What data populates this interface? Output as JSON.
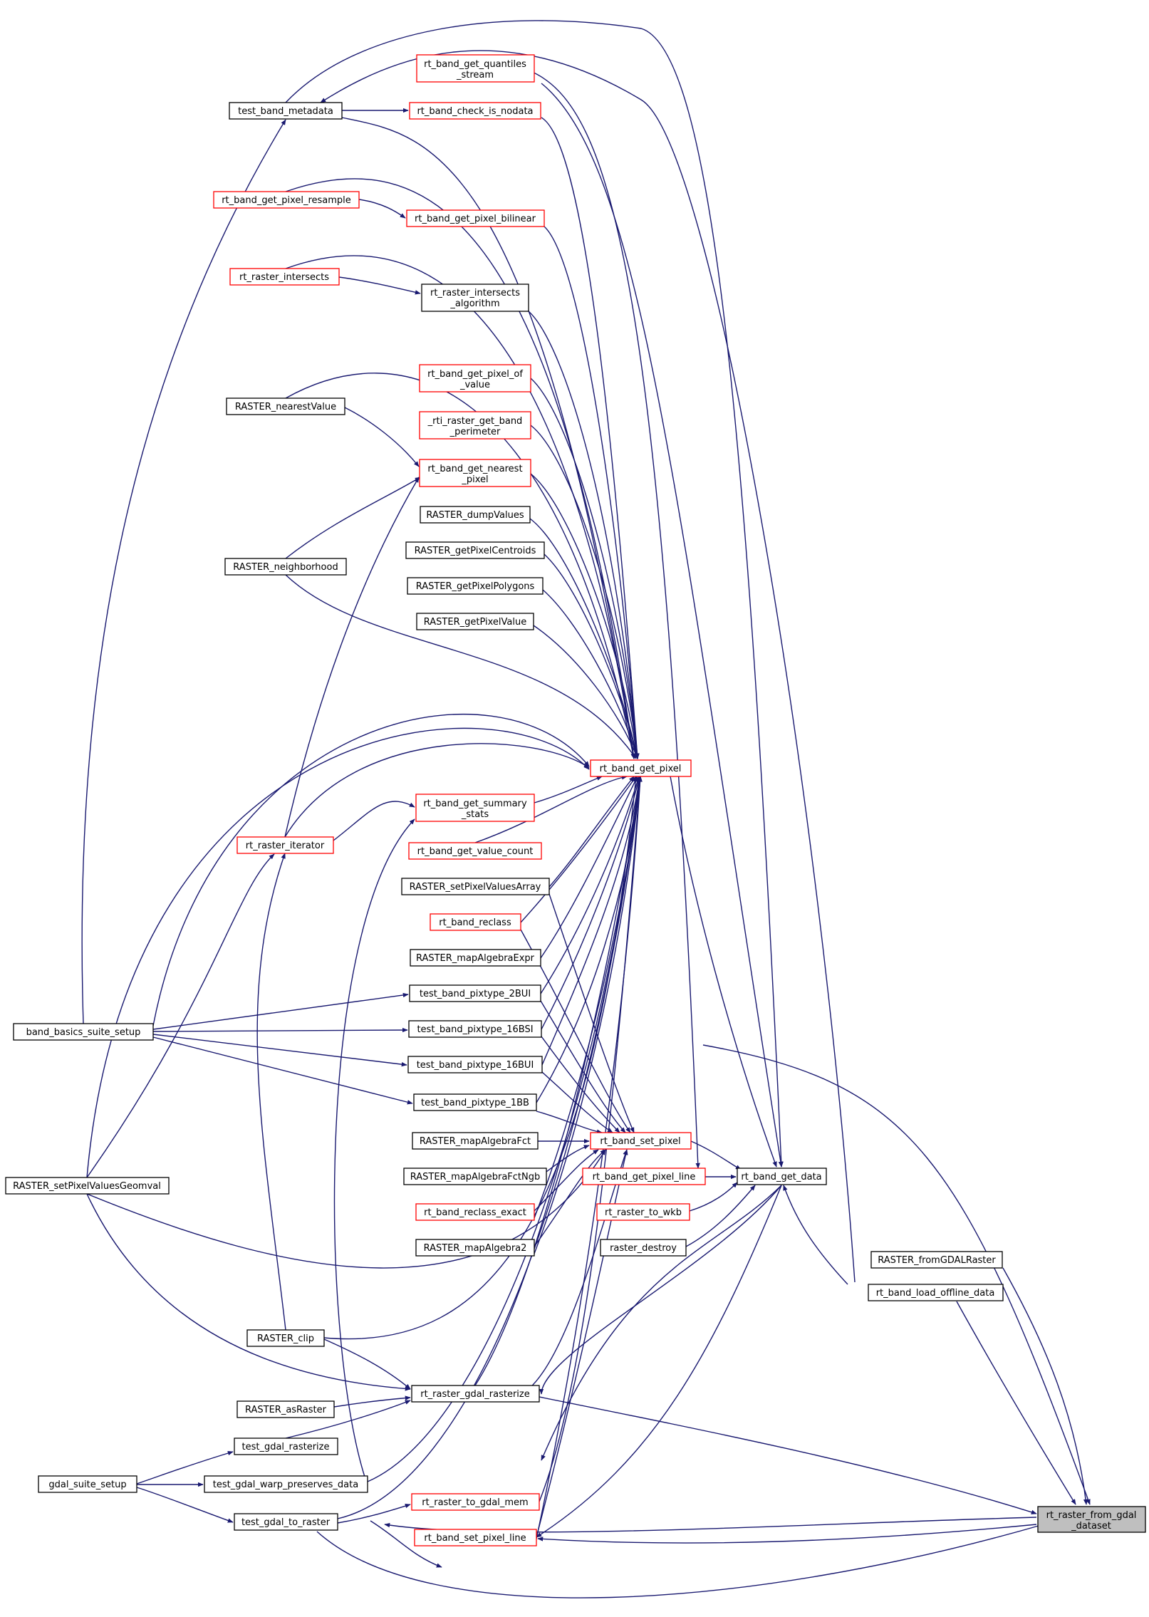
{
  "diagram": {
    "type": "caller-graph",
    "root": "rt_raster_from_gdal_dataset",
    "colors": {
      "edge": "#191970",
      "border_default": "#000000",
      "border_link": "#ff0000",
      "root_fill": "#bfbfbf"
    },
    "nodes": {
      "root": {
        "lines": [
          "rt_raster_from_gdal",
          "_dataset"
        ]
      },
      "raster_fromgdalraster": {
        "lines": [
          "RASTER_fromGDALRaster"
        ]
      },
      "band_load_offline_data": {
        "lines": [
          "rt_band_load_offline_data"
        ]
      },
      "band_get_data": {
        "lines": [
          "rt_band_get_data"
        ]
      },
      "band_get_pixel_line": {
        "lines": [
          "rt_band_get_pixel_line"
        ]
      },
      "raster_to_wkb": {
        "lines": [
          "rt_raster_to_wkb"
        ]
      },
      "raster_destroy": {
        "lines": [
          "raster_destroy"
        ]
      },
      "band_set_pixel": {
        "lines": [
          "rt_band_set_pixel"
        ]
      },
      "band_get_pixel": {
        "lines": [
          "rt_band_get_pixel"
        ]
      },
      "quantiles_stream": {
        "lines": [
          "rt_band_get_quantiles",
          "_stream"
        ]
      },
      "check_is_nodata": {
        "lines": [
          "rt_band_check_is_nodata"
        ]
      },
      "test_band_metadata": {
        "lines": [
          "test_band_metadata"
        ]
      },
      "pixel_resample": {
        "lines": [
          "rt_band_get_pixel_resample"
        ]
      },
      "pixel_bilinear": {
        "lines": [
          "rt_band_get_pixel_bilinear"
        ]
      },
      "raster_intersects": {
        "lines": [
          "rt_raster_intersects"
        ]
      },
      "intersects_algorithm": {
        "lines": [
          "rt_raster_intersects",
          "_algorithm"
        ]
      },
      "pixel_of_value": {
        "lines": [
          "rt_band_get_pixel_of",
          "_value"
        ]
      },
      "rti_perimeter": {
        "lines": [
          "_rti_raster_get_band",
          "_perimeter"
        ]
      },
      "nearest_pixel": {
        "lines": [
          "rt_band_get_nearest",
          "_pixel"
        ]
      },
      "raster_nearestvalue": {
        "lines": [
          "RASTER_nearestValue"
        ]
      },
      "raster_neighborhood": {
        "lines": [
          "RASTER_neighborhood"
        ]
      },
      "raster_dumpvalues": {
        "lines": [
          "RASTER_dumpValues"
        ]
      },
      "pixel_centroids": {
        "lines": [
          "RASTER_getPixelCentroids"
        ]
      },
      "pixel_polygons": {
        "lines": [
          "RASTER_getPixelPolygons"
        ]
      },
      "pixel_value": {
        "lines": [
          "RASTER_getPixelValue"
        ]
      },
      "summary_stats": {
        "lines": [
          "rt_band_get_summary",
          "_stats"
        ]
      },
      "raster_iterator": {
        "lines": [
          "rt_raster_iterator"
        ]
      },
      "value_count": {
        "lines": [
          "rt_band_get_value_count"
        ]
      },
      "setpixelvaluesarray": {
        "lines": [
          "RASTER_setPixelValuesArray"
        ]
      },
      "band_reclass": {
        "lines": [
          "rt_band_reclass"
        ]
      },
      "mapalgebraexpr": {
        "lines": [
          "RASTER_mapAlgebraExpr"
        ]
      },
      "pixtype_2bui": {
        "lines": [
          "test_band_pixtype_2BUI"
        ]
      },
      "pixtype_16bsi": {
        "lines": [
          "test_band_pixtype_16BSI"
        ]
      },
      "pixtype_16bui": {
        "lines": [
          "test_band_pixtype_16BUI"
        ]
      },
      "pixtype_1bb": {
        "lines": [
          "test_band_pixtype_1BB"
        ]
      },
      "band_basics_setup": {
        "lines": [
          "band_basics_suite_setup"
        ]
      },
      "mapalgebrafct": {
        "lines": [
          "RASTER_mapAlgebraFct"
        ]
      },
      "mapalgebrafctngb": {
        "lines": [
          "RASTER_mapAlgebraFctNgb"
        ]
      },
      "setpixelvaluesgeomval": {
        "lines": [
          "RASTER_setPixelValuesGeomval"
        ]
      },
      "reclass_exact": {
        "lines": [
          "rt_band_reclass_exact"
        ]
      },
      "mapalgebra2": {
        "lines": [
          "RASTER_mapAlgebra2"
        ]
      },
      "raster_clip": {
        "lines": [
          "RASTER_clip"
        ]
      },
      "gdal_rasterize": {
        "lines": [
          "rt_raster_gdal_rasterize"
        ]
      },
      "raster_asraster": {
        "lines": [
          "RASTER_asRaster"
        ]
      },
      "test_gdal_rasterize": {
        "lines": [
          "test_gdal_rasterize"
        ]
      },
      "gdal_suite_setup": {
        "lines": [
          "gdal_suite_setup"
        ]
      },
      "warp_preserves": {
        "lines": [
          "test_gdal_warp_preserves_data"
        ]
      },
      "to_gdal_mem": {
        "lines": [
          "rt_raster_to_gdal_mem"
        ]
      },
      "gdal_to_raster": {
        "lines": [
          "test_gdal_to_raster"
        ]
      },
      "set_pixel_line": {
        "lines": [
          "rt_band_set_pixel_line"
        ]
      }
    }
  }
}
